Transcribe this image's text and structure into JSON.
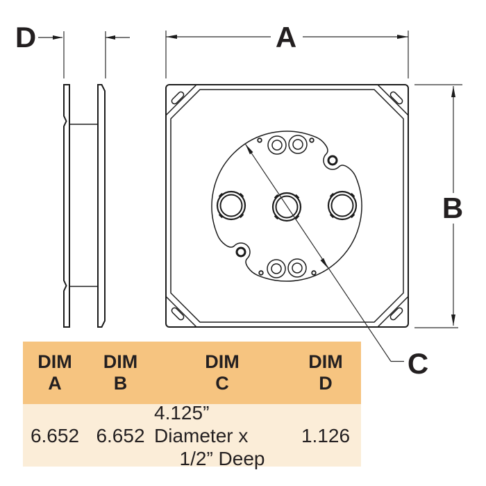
{
  "drawing": {
    "dimension_labels": {
      "a": "A",
      "b": "B",
      "c": "C",
      "d": "D"
    },
    "views": {
      "side_view": "plate side profile",
      "front_view": "square plate with round recessed pattern",
      "features": [
        "corner-mounting-slots",
        "knockout-rings",
        "screw-holes"
      ]
    }
  },
  "table": {
    "headers": [
      [
        "DIM",
        "A"
      ],
      [
        "DIM",
        "B"
      ],
      [
        "DIM",
        "C"
      ],
      [
        "DIM",
        "D"
      ]
    ],
    "values": {
      "a": "6.652",
      "b": "6.652",
      "c_line1": "4.125” Diameter x",
      "c_line2": "1/2” Deep",
      "d": "1.126"
    }
  },
  "colors": {
    "header_bg": "#F6C480",
    "row_bg": "#FBEDD8",
    "ink": "#231F20",
    "line": "#1B1B1B"
  }
}
